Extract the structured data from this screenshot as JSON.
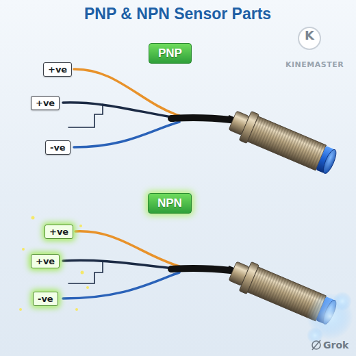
{
  "diagram": {
    "title": "PNP & NPN Sensor Parts",
    "nodes": [
      {
        "text": [
          "PNP"
        ]
      },
      {
        "text": [
          "+ve"
        ]
      },
      {
        "text": [
          "+ve"
        ]
      },
      {
        "text": [
          "-ve"
        ]
      },
      {
        "text": [
          "NPN"
        ]
      },
      {
        "text": [
          "+ve"
        ]
      },
      {
        "text": [
          "+ve"
        ]
      },
      {
        "text": [
          "-ve"
        ]
      }
    ],
    "labels": [
      "K",
      "KINEMASTER",
      "Grok"
    ]
  }
}
